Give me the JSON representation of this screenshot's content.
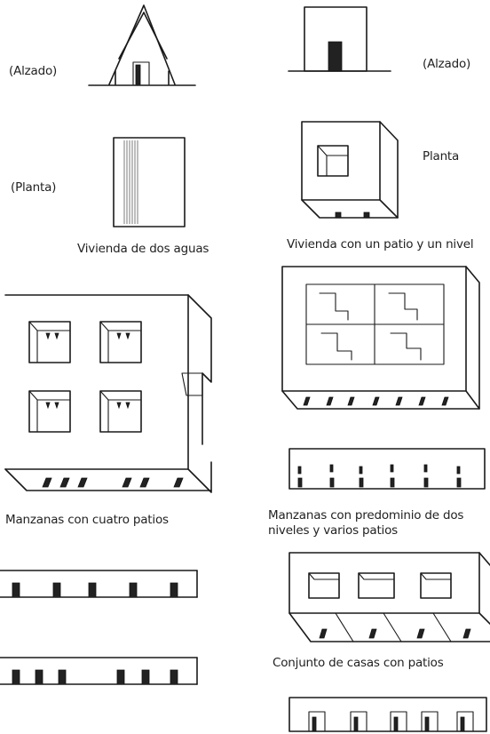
{
  "labels": {
    "alzado_left": "(Alzado)",
    "alzado_right": "(Alzado)",
    "planta_left": "(Planta)",
    "planta_right": "Planta",
    "vivienda_dos_aguas": "Vivienda de dos aguas",
    "vivienda_patio": "Vivienda con un patio y un nivel",
    "manzanas_cuatro": "Manzanas con cuatro patios",
    "manzanas_predominio": "Manzanas con predominio de dos niveles y varios patios",
    "conjunto_casas": "Conjunto de casas con patios"
  },
  "colors": {
    "ink": "#1a1a1a",
    "paper": "#ffffff"
  }
}
